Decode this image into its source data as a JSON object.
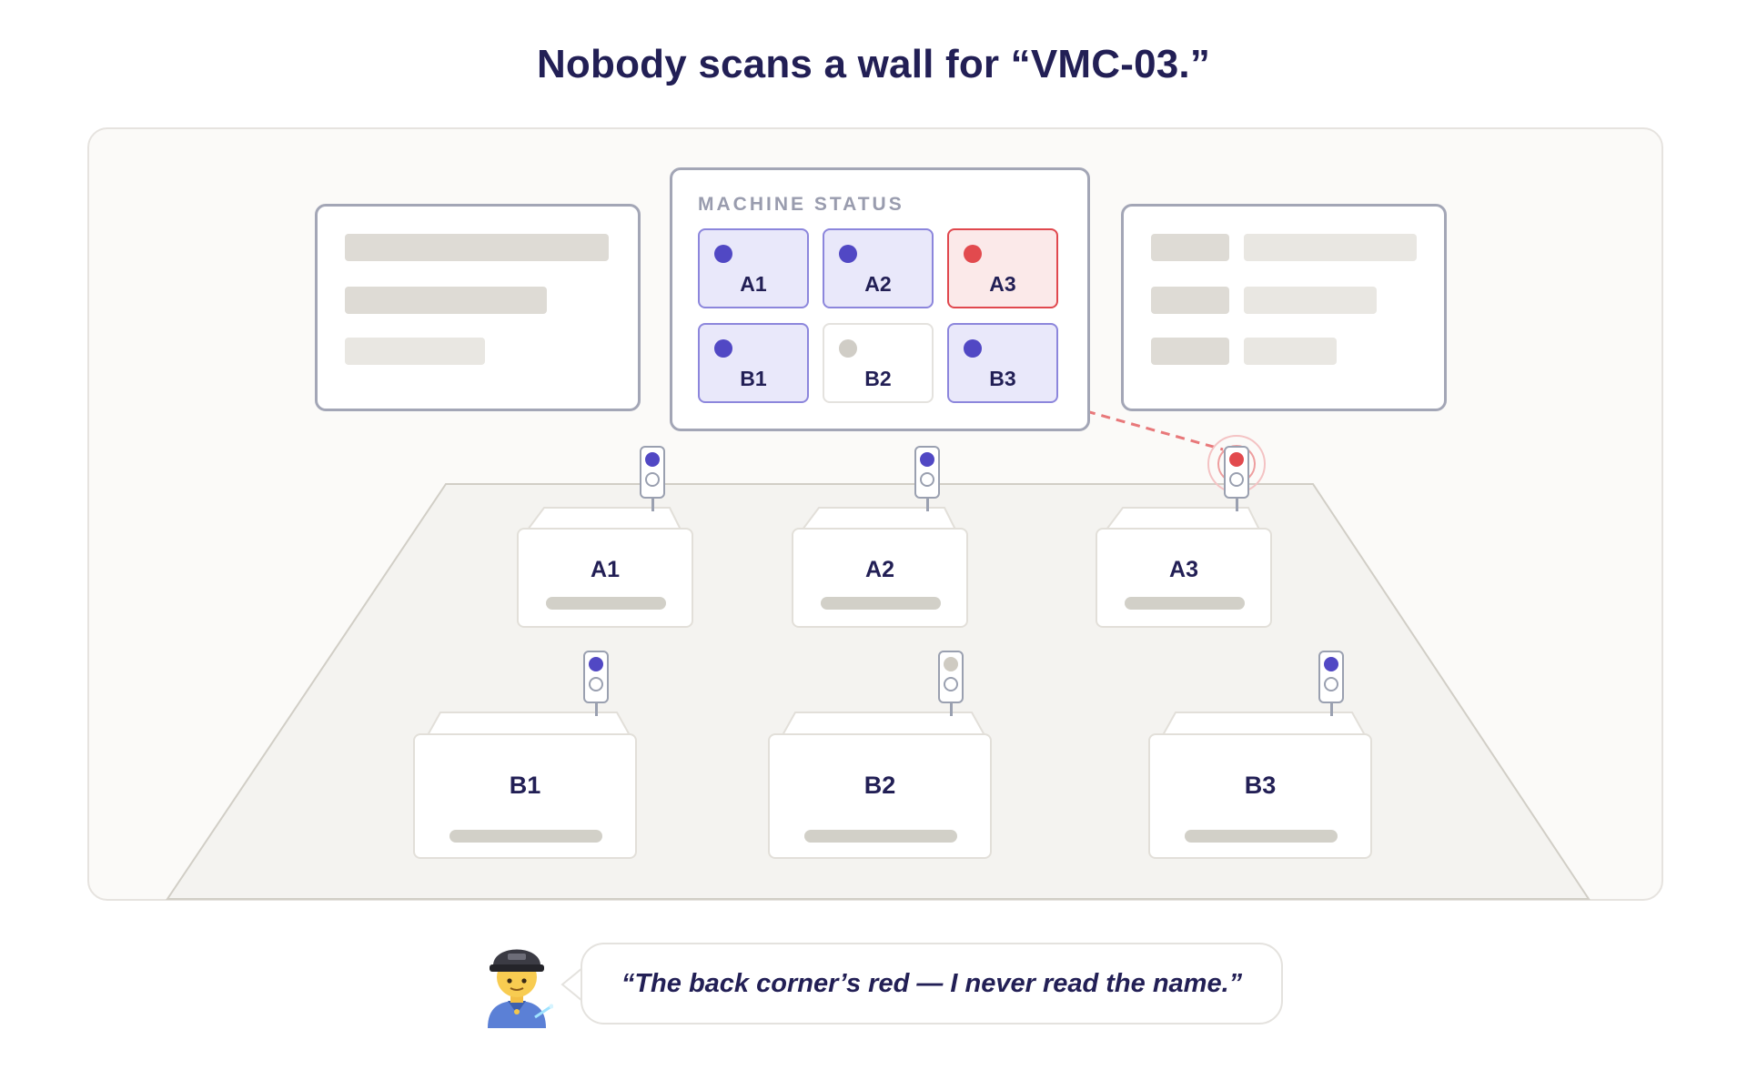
{
  "title": "Nobody scans a wall for “VMC-03.”",
  "status_board": {
    "heading": "MACHINE STATUS",
    "tiles": [
      {
        "label": "A1",
        "state": "running"
      },
      {
        "label": "A2",
        "state": "running"
      },
      {
        "label": "A3",
        "state": "alarm"
      },
      {
        "label": "B1",
        "state": "running"
      },
      {
        "label": "B2",
        "state": "idle"
      },
      {
        "label": "B3",
        "state": "running"
      }
    ]
  },
  "machines": [
    {
      "label": "A1",
      "light": "running"
    },
    {
      "label": "A2",
      "light": "running"
    },
    {
      "label": "A3",
      "light": "alarm"
    },
    {
      "label": "B1",
      "light": "running"
    },
    {
      "label": "B2",
      "light": "idle"
    },
    {
      "label": "B3",
      "light": "running"
    }
  ],
  "quote": "“The back corner’s red — I never read the name.”",
  "colors": {
    "running": "#5148c4",
    "alarm": "#e24a4e",
    "idle": "#d0cdc6",
    "text": "#221f55"
  },
  "icons": {
    "worker": "factory-worker-icon"
  }
}
